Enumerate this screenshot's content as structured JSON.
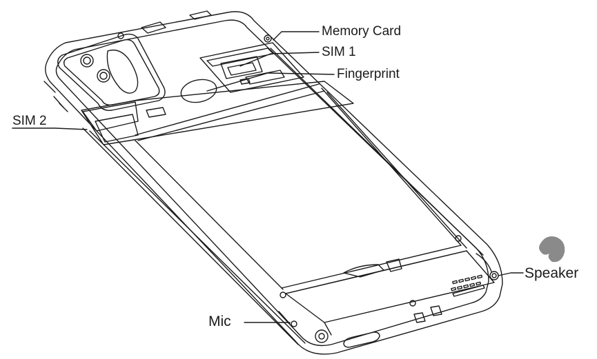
{
  "labels": {
    "memory_card": "Memory Card",
    "sim1": "SIM 1",
    "fingerprint": "Fingerprint",
    "sim2": "SIM 2",
    "speaker": "Speaker",
    "mic": "Mic"
  },
  "colors": {
    "ink": "#1a1a1a",
    "speaker_icon": "#8a8a8a"
  },
  "icons": {
    "speaker_note": "speaker-logo-icon"
  }
}
